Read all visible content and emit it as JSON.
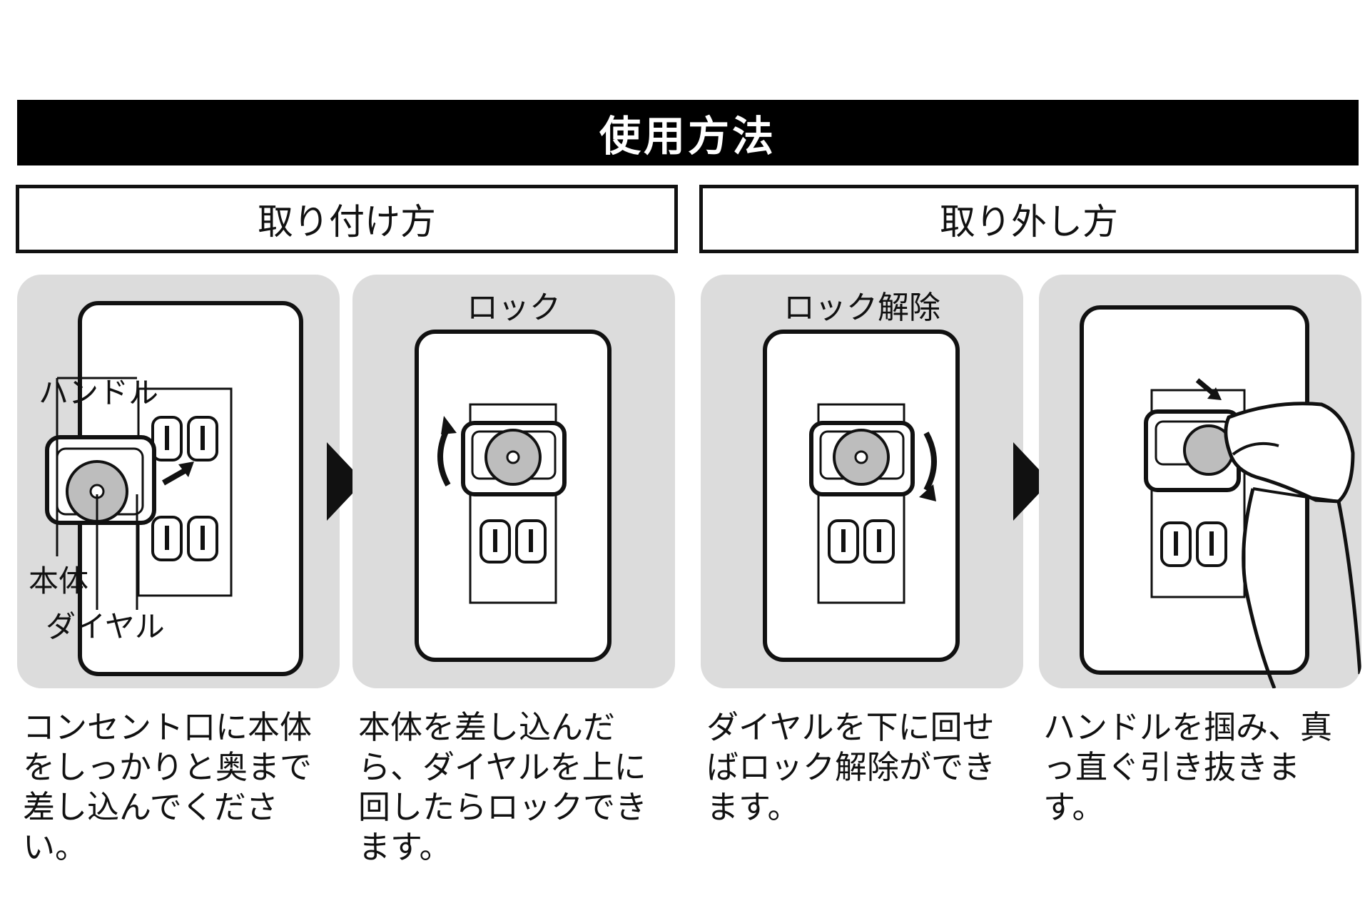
{
  "header": {
    "title": "使用方法"
  },
  "sections": [
    {
      "label": "取り付け方"
    },
    {
      "label": "取り外し方"
    }
  ],
  "panels": [
    {
      "caption": "コンセント口に本体をしっかりと奥まで差し込んでください。",
      "callouts": {
        "handle": "ハンドル",
        "body": "本体",
        "dial": "ダイヤル"
      }
    },
    {
      "step_label": "ロック",
      "caption": "本体を差し込んだら、ダイヤルを上に回したらロックできます。"
    },
    {
      "step_label": "ロック解除",
      "caption": "ダイヤルを下に回せばロック解除ができます。"
    },
    {
      "caption": "ハンドルを掴み、真っ直ぐ引き抜きます。"
    }
  ],
  "icons": {
    "next_arrow": "triangle-right-icon",
    "rotate_up": "rotate-arrow-up-icon",
    "rotate_down": "rotate-arrow-down-icon",
    "pull_arrow": "pull-arrow-icon",
    "hand": "hand-icon"
  },
  "colors": {
    "title_bg": "#000000",
    "title_text": "#ffffff",
    "panel_bg": "#dcdcdc"
  }
}
